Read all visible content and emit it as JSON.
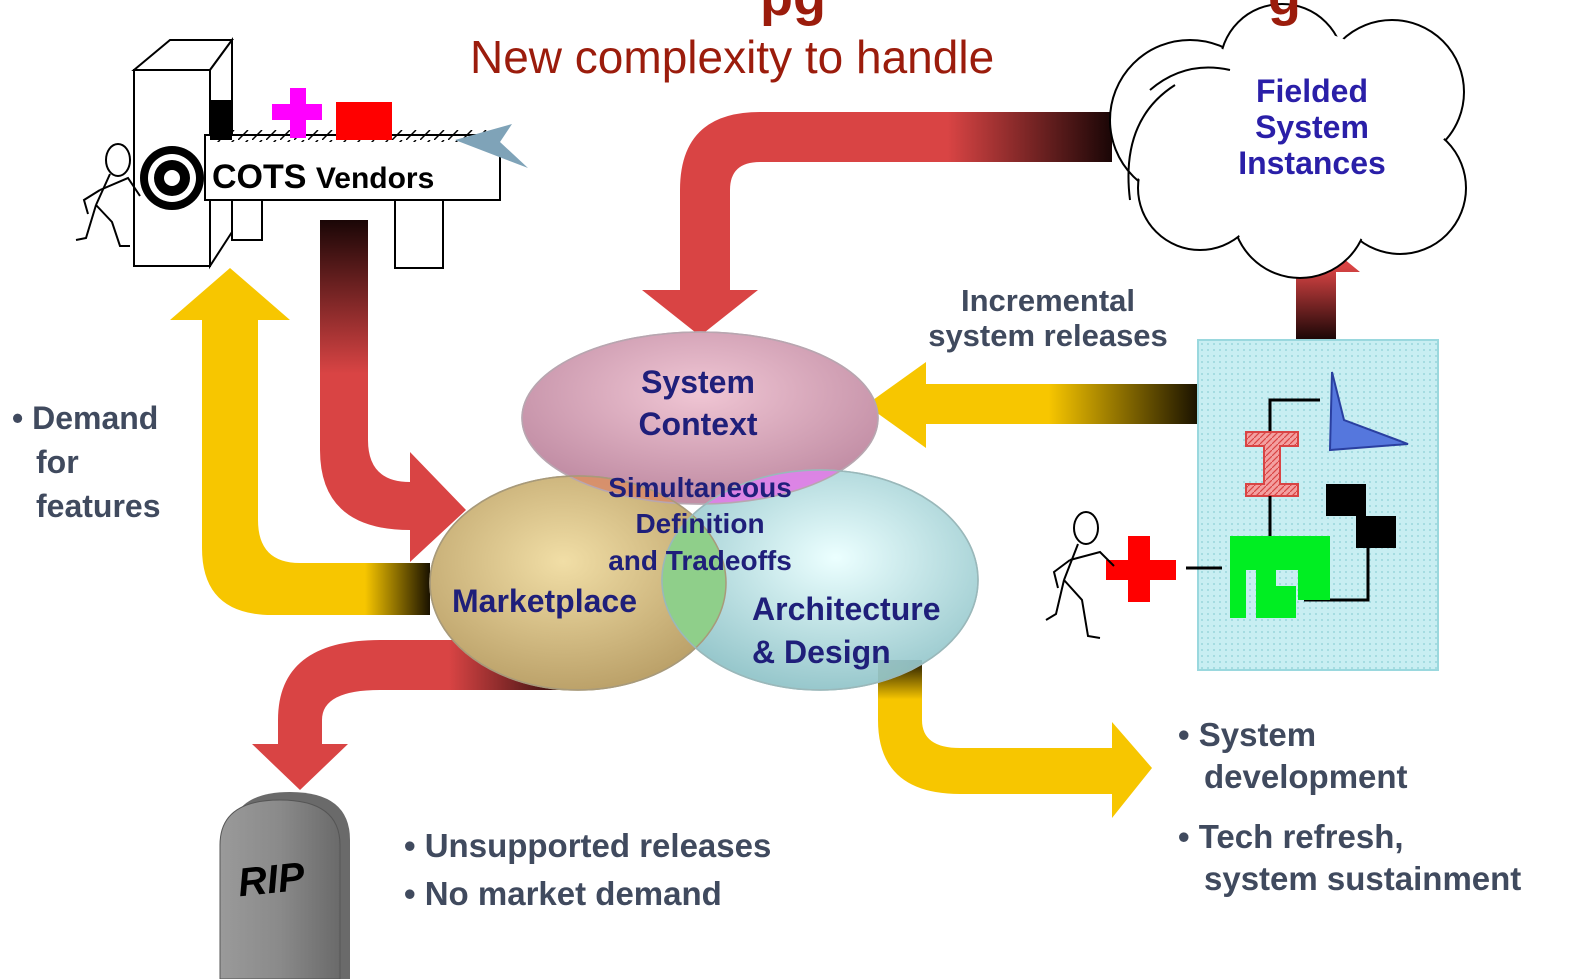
{
  "title_fragments": {
    "left": "pg",
    "right": "g"
  },
  "subtitle": "New complexity to handle",
  "vendors_label": "COTS Vendors",
  "vendors_label_cots": "COTS",
  "vendors_label_rest": "Vendors",
  "cloud_label": [
    "Fielded",
    "System",
    "Instances"
  ],
  "incremental_label": [
    "Incremental",
    "system releases"
  ],
  "demand_label": [
    "• Demand",
    "for",
    "features"
  ],
  "ellipses": {
    "context": [
      "System",
      "Context"
    ],
    "center": [
      "Simultaneous",
      "Definition",
      "and Tradeoffs"
    ],
    "marketplace": "Marketplace",
    "architecture": [
      "Architecture",
      "& Design"
    ]
  },
  "tombstone_label": "RIP",
  "rip_bullets": [
    "• Unsupported releases",
    "• No market demand"
  ],
  "outcome_bullets": {
    "dev": [
      "• System",
      "development"
    ],
    "refresh": [
      "• Tech refresh,",
      "system sustainment"
    ]
  },
  "colors": {
    "red_arrow": "#d94444",
    "yellow_arrow": "#f7c600",
    "title_red": "#9b1c0c",
    "navy_text": "#1f1f7a",
    "grey_text": "#404a5e",
    "context_ellipse": "#c99aae",
    "marketplace_ellipse": "#c9b47a",
    "architecture_ellipse": "#a6d3d6",
    "overlap_green": "#8fcf8a",
    "panel_fill": "#c8eef2"
  }
}
